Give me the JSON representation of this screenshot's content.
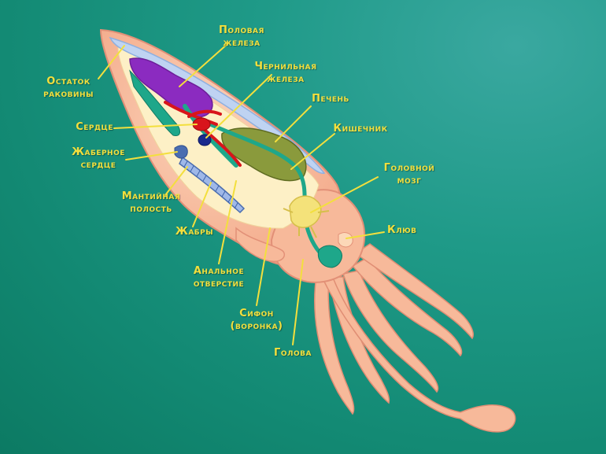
{
  "diagram": {
    "labels": {
      "ostatok": [
        "Остаток",
        "раковины"
      ],
      "polovaya": [
        "Половая",
        "железа"
      ],
      "chernilnaya": [
        "Чернильная",
        "железа"
      ],
      "pechen": [
        "Печень"
      ],
      "serdtse": [
        "Сердце"
      ],
      "kishechnik": [
        "Кишечник"
      ],
      "zhabernoe": [
        "Жаберное",
        "сердце"
      ],
      "golovnoy": [
        "Головной",
        "мозг"
      ],
      "mantiynaya": [
        "Мантийная",
        "полость"
      ],
      "klyuv": [
        "Клюв"
      ],
      "zhabry": [
        "Жабры"
      ],
      "analnoe": [
        "Анальное",
        "отверстие"
      ],
      "sifon": [
        "Сифон",
        "(воронка)"
      ],
      "golova": [
        "Голова"
      ]
    },
    "colors": {
      "background": "#138a74",
      "label": "#f3df3d",
      "leader": "#f3df3d",
      "body": "#f7b99a",
      "gonad": "#8b2bc0",
      "heart": "#d8151b",
      "liver": "#8a9a3c",
      "intestine": "#1ea78a",
      "brain": "#f4e27a",
      "gills": "#5a7fc4"
    }
  }
}
